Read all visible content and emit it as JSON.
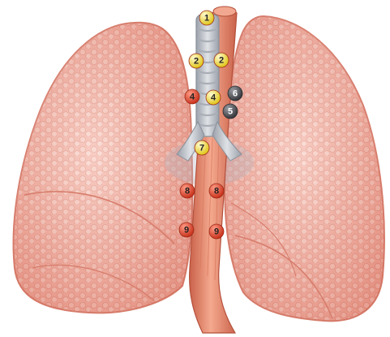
{
  "diagram": {
    "colors": {
      "lung": "#f2a89a",
      "lung_dark": "#d9786a",
      "trachea": "#b9bec6",
      "esophagus": "#e98a6c",
      "node_yellow": "#f3e23a",
      "node_red": "#e4442c",
      "node_gray": "#4d4f55"
    },
    "station_markers": [
      {
        "label": "1",
        "color": "yellow"
      },
      {
        "label": "2",
        "color": "yellow"
      },
      {
        "label": "2",
        "color": "yellow"
      },
      {
        "label": "4",
        "color": "red"
      },
      {
        "label": "4",
        "color": "yellow"
      },
      {
        "label": "6",
        "color": "gray"
      },
      {
        "label": "5",
        "color": "gray"
      },
      {
        "label": "7",
        "color": "yellow"
      },
      {
        "label": "8",
        "color": "red"
      },
      {
        "label": "8",
        "color": "red"
      },
      {
        "label": "9",
        "color": "red"
      },
      {
        "label": "9",
        "color": "red"
      }
    ]
  }
}
